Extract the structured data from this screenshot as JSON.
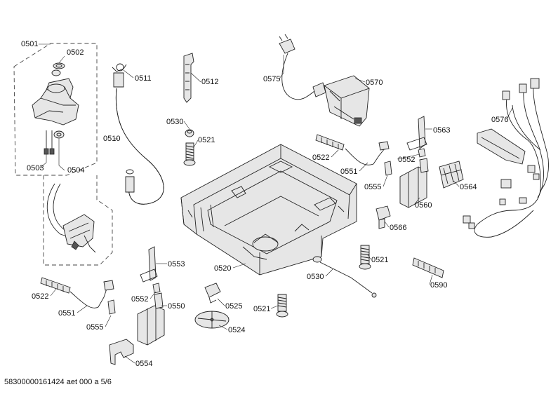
{
  "callouts": {
    "c0501": "0501",
    "c0502": "0502",
    "c0503": "0503",
    "c0504": "0504",
    "c0510": "0510",
    "c0511": "0511",
    "c0512": "0512",
    "c0530a": "0530",
    "c0521a": "0521",
    "c0575": "0575",
    "c0570": "0570",
    "c0576": "0576",
    "c0563": "0563",
    "c0522a": "0522",
    "c0552a": "0552",
    "c0551a": "0551",
    "c0555a": "0555",
    "c0564": "0564",
    "c0560": "0560",
    "c0566": "0566",
    "c0521b": "0521",
    "c0520": "0520",
    "c0530b": "0530",
    "c0590": "0590",
    "c0553": "0553",
    "c0522b": "0522",
    "c0552b": "0552",
    "c0550": "0550",
    "c0551b": "0551",
    "c0555b": "0555",
    "c0554": "0554",
    "c0525": "0525",
    "c0524": "0524",
    "c0521c": "0521"
  },
  "footer": {
    "doc_ref": "58300000161424 aet 000 a 5/6"
  }
}
